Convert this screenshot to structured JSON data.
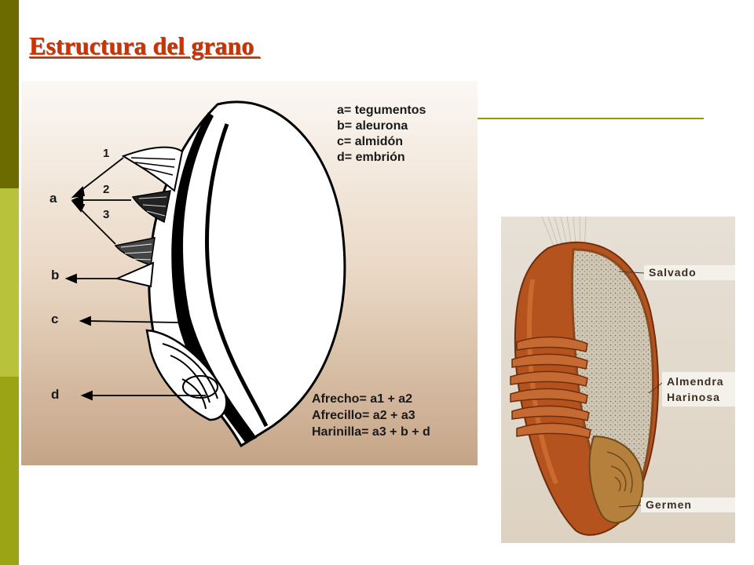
{
  "slide": {
    "title": "Estructura del grano "
  },
  "diagram1": {
    "legend": [
      "a= tegumentos",
      "b= aleurona",
      "c= almidón",
      "d= embrión"
    ],
    "labels": {
      "a": "a",
      "b": "b",
      "c": "c",
      "d": "d"
    },
    "numbers": [
      "1",
      "2",
      "3"
    ],
    "formulas": [
      "Afrecho= a1 + a2",
      "Afrecillo= a2 + a3",
      "Harinilla= a3 + b + d"
    ]
  },
  "diagram2": {
    "labels": {
      "salvado": "Salvado",
      "almendra_1": "Almendra",
      "almendra_2": "Harinosa",
      "germen": "Germen"
    }
  },
  "colors": {
    "title": "#cc3300",
    "bar_dark": "#6b6b00",
    "bar_light": "#b8c23a",
    "rule": "#9a9a00"
  }
}
